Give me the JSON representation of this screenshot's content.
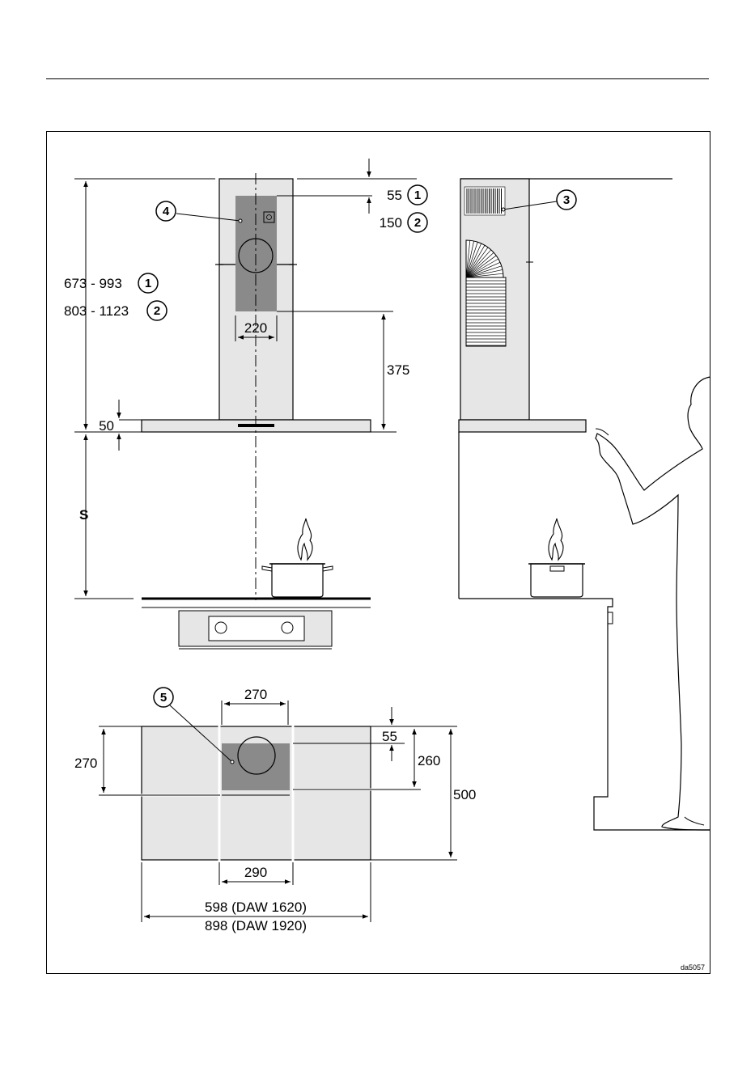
{
  "dimensions": {
    "top_offset_1": "55",
    "top_offset_2": "150",
    "height_range_1": "673 - 993",
    "height_range_2": "803 - 1123",
    "chimney_width": "220",
    "inner_height": "375",
    "canopy_thickness": "50",
    "safety_distance": "S",
    "cutout_width_top": "270",
    "cutout_depth": "270",
    "cutout_offset": "55",
    "cutout_rear": "260",
    "ceiling_depth": "500",
    "cutout_width_bottom": "290",
    "width_model_1": "598 (DAW 1620)",
    "width_model_2": "898 (DAW 1920)"
  },
  "badges": {
    "b1": "1",
    "b2": "2",
    "b3": "3",
    "b4": "4",
    "b5": "5"
  },
  "drawing_code": "da5057",
  "colors": {
    "stainless": "#e6e6e6",
    "cutout": "#8a8a8a",
    "line": "#000000"
  }
}
